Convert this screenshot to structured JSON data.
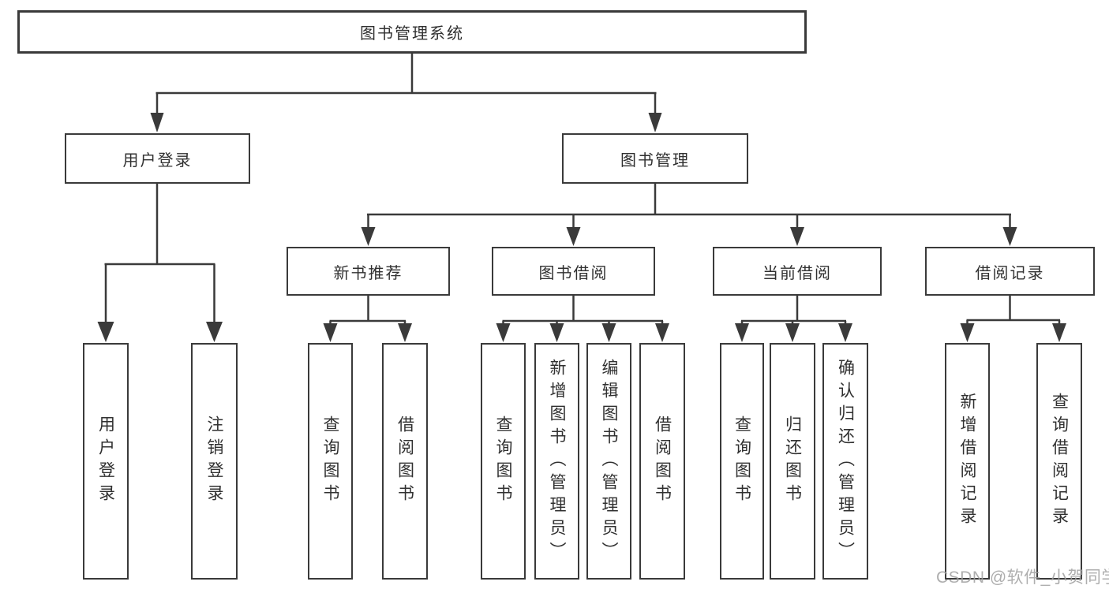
{
  "tree": {
    "root": "图书管理系统",
    "branches": [
      {
        "label": "用户登录",
        "children": [
          {
            "label": "用户登录"
          },
          {
            "label": "注销登录"
          }
        ]
      },
      {
        "label": "图书管理",
        "children": [
          {
            "label": "新书推荐",
            "children": [
              {
                "label": "查询图书"
              },
              {
                "label": "借阅图书"
              }
            ]
          },
          {
            "label": "图书借阅",
            "children": [
              {
                "label": "查询图书"
              },
              {
                "label": "新增图书（管理员）"
              },
              {
                "label": "编辑图书（管理员）"
              },
              {
                "label": "借阅图书"
              }
            ]
          },
          {
            "label": "当前借阅",
            "children": [
              {
                "label": "查询图书"
              },
              {
                "label": "归还图书"
              },
              {
                "label": "确认归还（管理员）"
              }
            ]
          },
          {
            "label": "借阅记录",
            "children": [
              {
                "label": "新增借阅记录"
              },
              {
                "label": "查询借阅记录"
              }
            ]
          }
        ]
      }
    ]
  },
  "watermark": "CSDN @软件_小贺同学",
  "colors": {
    "line": "#3a3a3a",
    "text": "#303030",
    "box_background": "#ffffff",
    "page_background": "#ffffff",
    "watermark": "#a0a0a0"
  }
}
